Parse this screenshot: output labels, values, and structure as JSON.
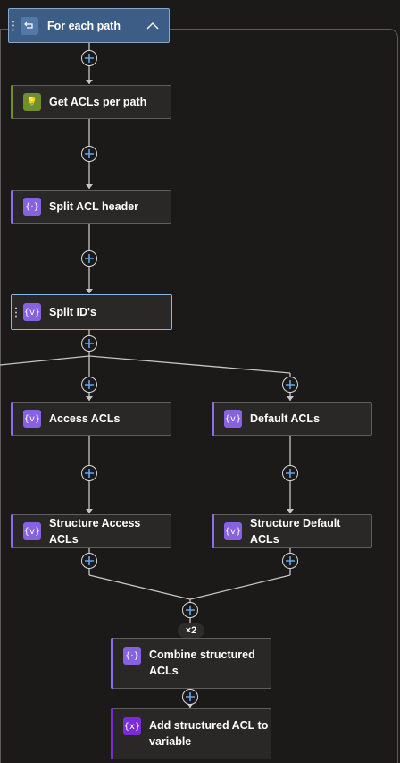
{
  "scope": {
    "title": "For each path",
    "icon": "loop-icon",
    "collapse_icon": "chevron-up-icon"
  },
  "actions": [
    {
      "id": "get-acls",
      "label": "Get ACLs per path",
      "icon": "lightbulb-icon",
      "accent": "#6f8f2a"
    },
    {
      "id": "split-acl-header",
      "label": "Split ACL header",
      "icon": "expression-icon",
      "accent": "#8c6cf5"
    },
    {
      "id": "split-ids",
      "label": "Split ID's",
      "icon": "variable-icon",
      "accent": "#8c6cf5"
    },
    {
      "id": "access-acls",
      "label": "Access ACLs",
      "icon": "variable-icon",
      "accent": "#8c6cf5"
    },
    {
      "id": "default-acls",
      "label": "Default ACLs",
      "icon": "variable-icon",
      "accent": "#8c6cf5"
    },
    {
      "id": "structure-access-acls",
      "label": "Structure Access ACLs",
      "icon": "variable-icon",
      "accent": "#8c6cf5"
    },
    {
      "id": "structure-default-acls",
      "label": "Structure Default ACLs",
      "icon": "variable-icon",
      "accent": "#8c6cf5"
    },
    {
      "id": "combine-structured-acls",
      "label": "Combine structured ACLs",
      "icon": "expression-icon",
      "accent": "#8c6cf5"
    },
    {
      "id": "add-structured-acl",
      "label": "Add structured ACL to variable",
      "icon": "variable-x-icon",
      "accent": "#7b2cd6"
    }
  ],
  "join_badge": "×2",
  "colors": {
    "background": "#1b1a19",
    "card": "#292827",
    "scope_header": "#3b5d86",
    "connector": "#c8c6c4"
  }
}
